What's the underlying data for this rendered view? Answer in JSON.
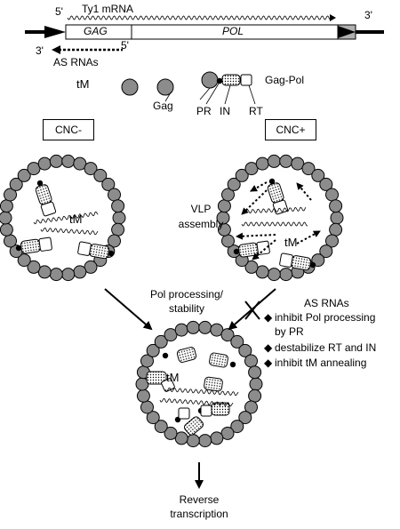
{
  "mrna": {
    "title": "Ty1 mRNA",
    "five_prime_top": "5'",
    "three_prime_top": "3'",
    "gag_label": "GAG",
    "pol_label": "POL",
    "three_prime_as": "3'",
    "five_prime_as": "5'",
    "as_label": "AS RNAs"
  },
  "legend": {
    "tm": "tM",
    "gag": "Gag",
    "gag_pol": "Gag-Pol",
    "pr": "PR",
    "in": "IN",
    "rt": "RT"
  },
  "conditions": {
    "left": "CNC-",
    "right": "CNC+"
  },
  "steps": {
    "vlp_line1": "VLP",
    "vlp_line2": "assembly",
    "pol_line1": "Pol processing/",
    "pol_line2": "stability",
    "rt_line1": "Reverse",
    "rt_line2": "transcription"
  },
  "particles": {
    "left_tm": "tM",
    "right_tm": "tM",
    "bottom_tm": "tM"
  },
  "as_effects": {
    "title": "AS RNAs",
    "bullet_symbol": "◆",
    "items": [
      "inhibit Pol processing",
      "by PR",
      "destabilize RT and IN",
      "inhibit tM annealing"
    ]
  },
  "colors": {
    "sphere": "#8c8c8c",
    "box_fill": "#ffffff",
    "line": "#000000",
    "ltr_fill": "#b0b0b0"
  }
}
